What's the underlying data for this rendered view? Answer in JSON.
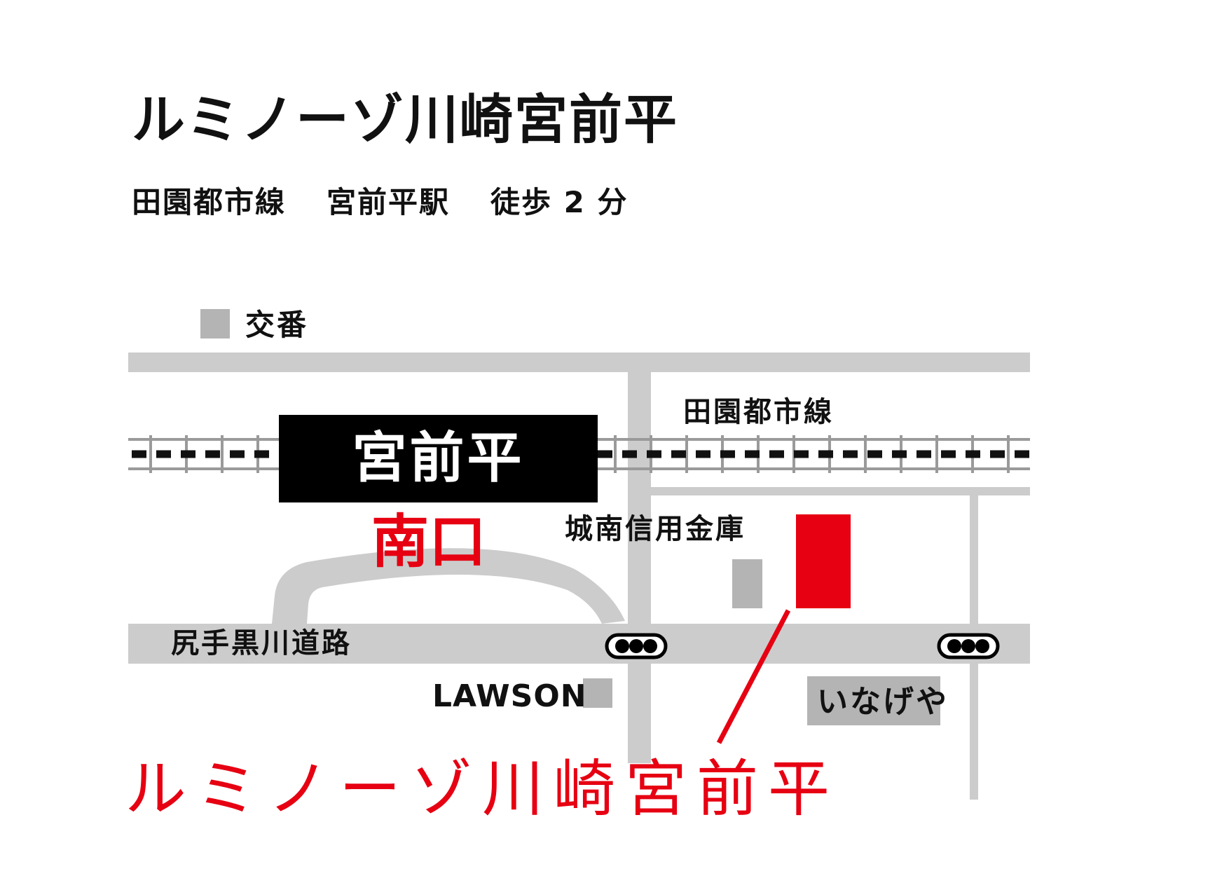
{
  "title": "ルミノーゾ川崎宮前平",
  "access": {
    "line": "田園都市線",
    "station": "宮前平駅",
    "walk": "徒歩 2 分"
  },
  "map": {
    "koban": "交番",
    "railway_label": "田園都市線",
    "station_name": "宮前平",
    "exit_label": "南口",
    "bank": "城南信用金庫",
    "road_label": "尻手黒川道路",
    "convenience_store": "LAWSON",
    "supermarket": "いなげや",
    "destination": "ルミノーゾ川崎宮前平"
  },
  "colors": {
    "accent_red": "#e60012",
    "road_gray": "#cccccc",
    "building_gray": "#b4b4b4",
    "station_black": "#000000"
  },
  "icons": [
    "traffic-light-icon",
    "building-marker-icon"
  ]
}
